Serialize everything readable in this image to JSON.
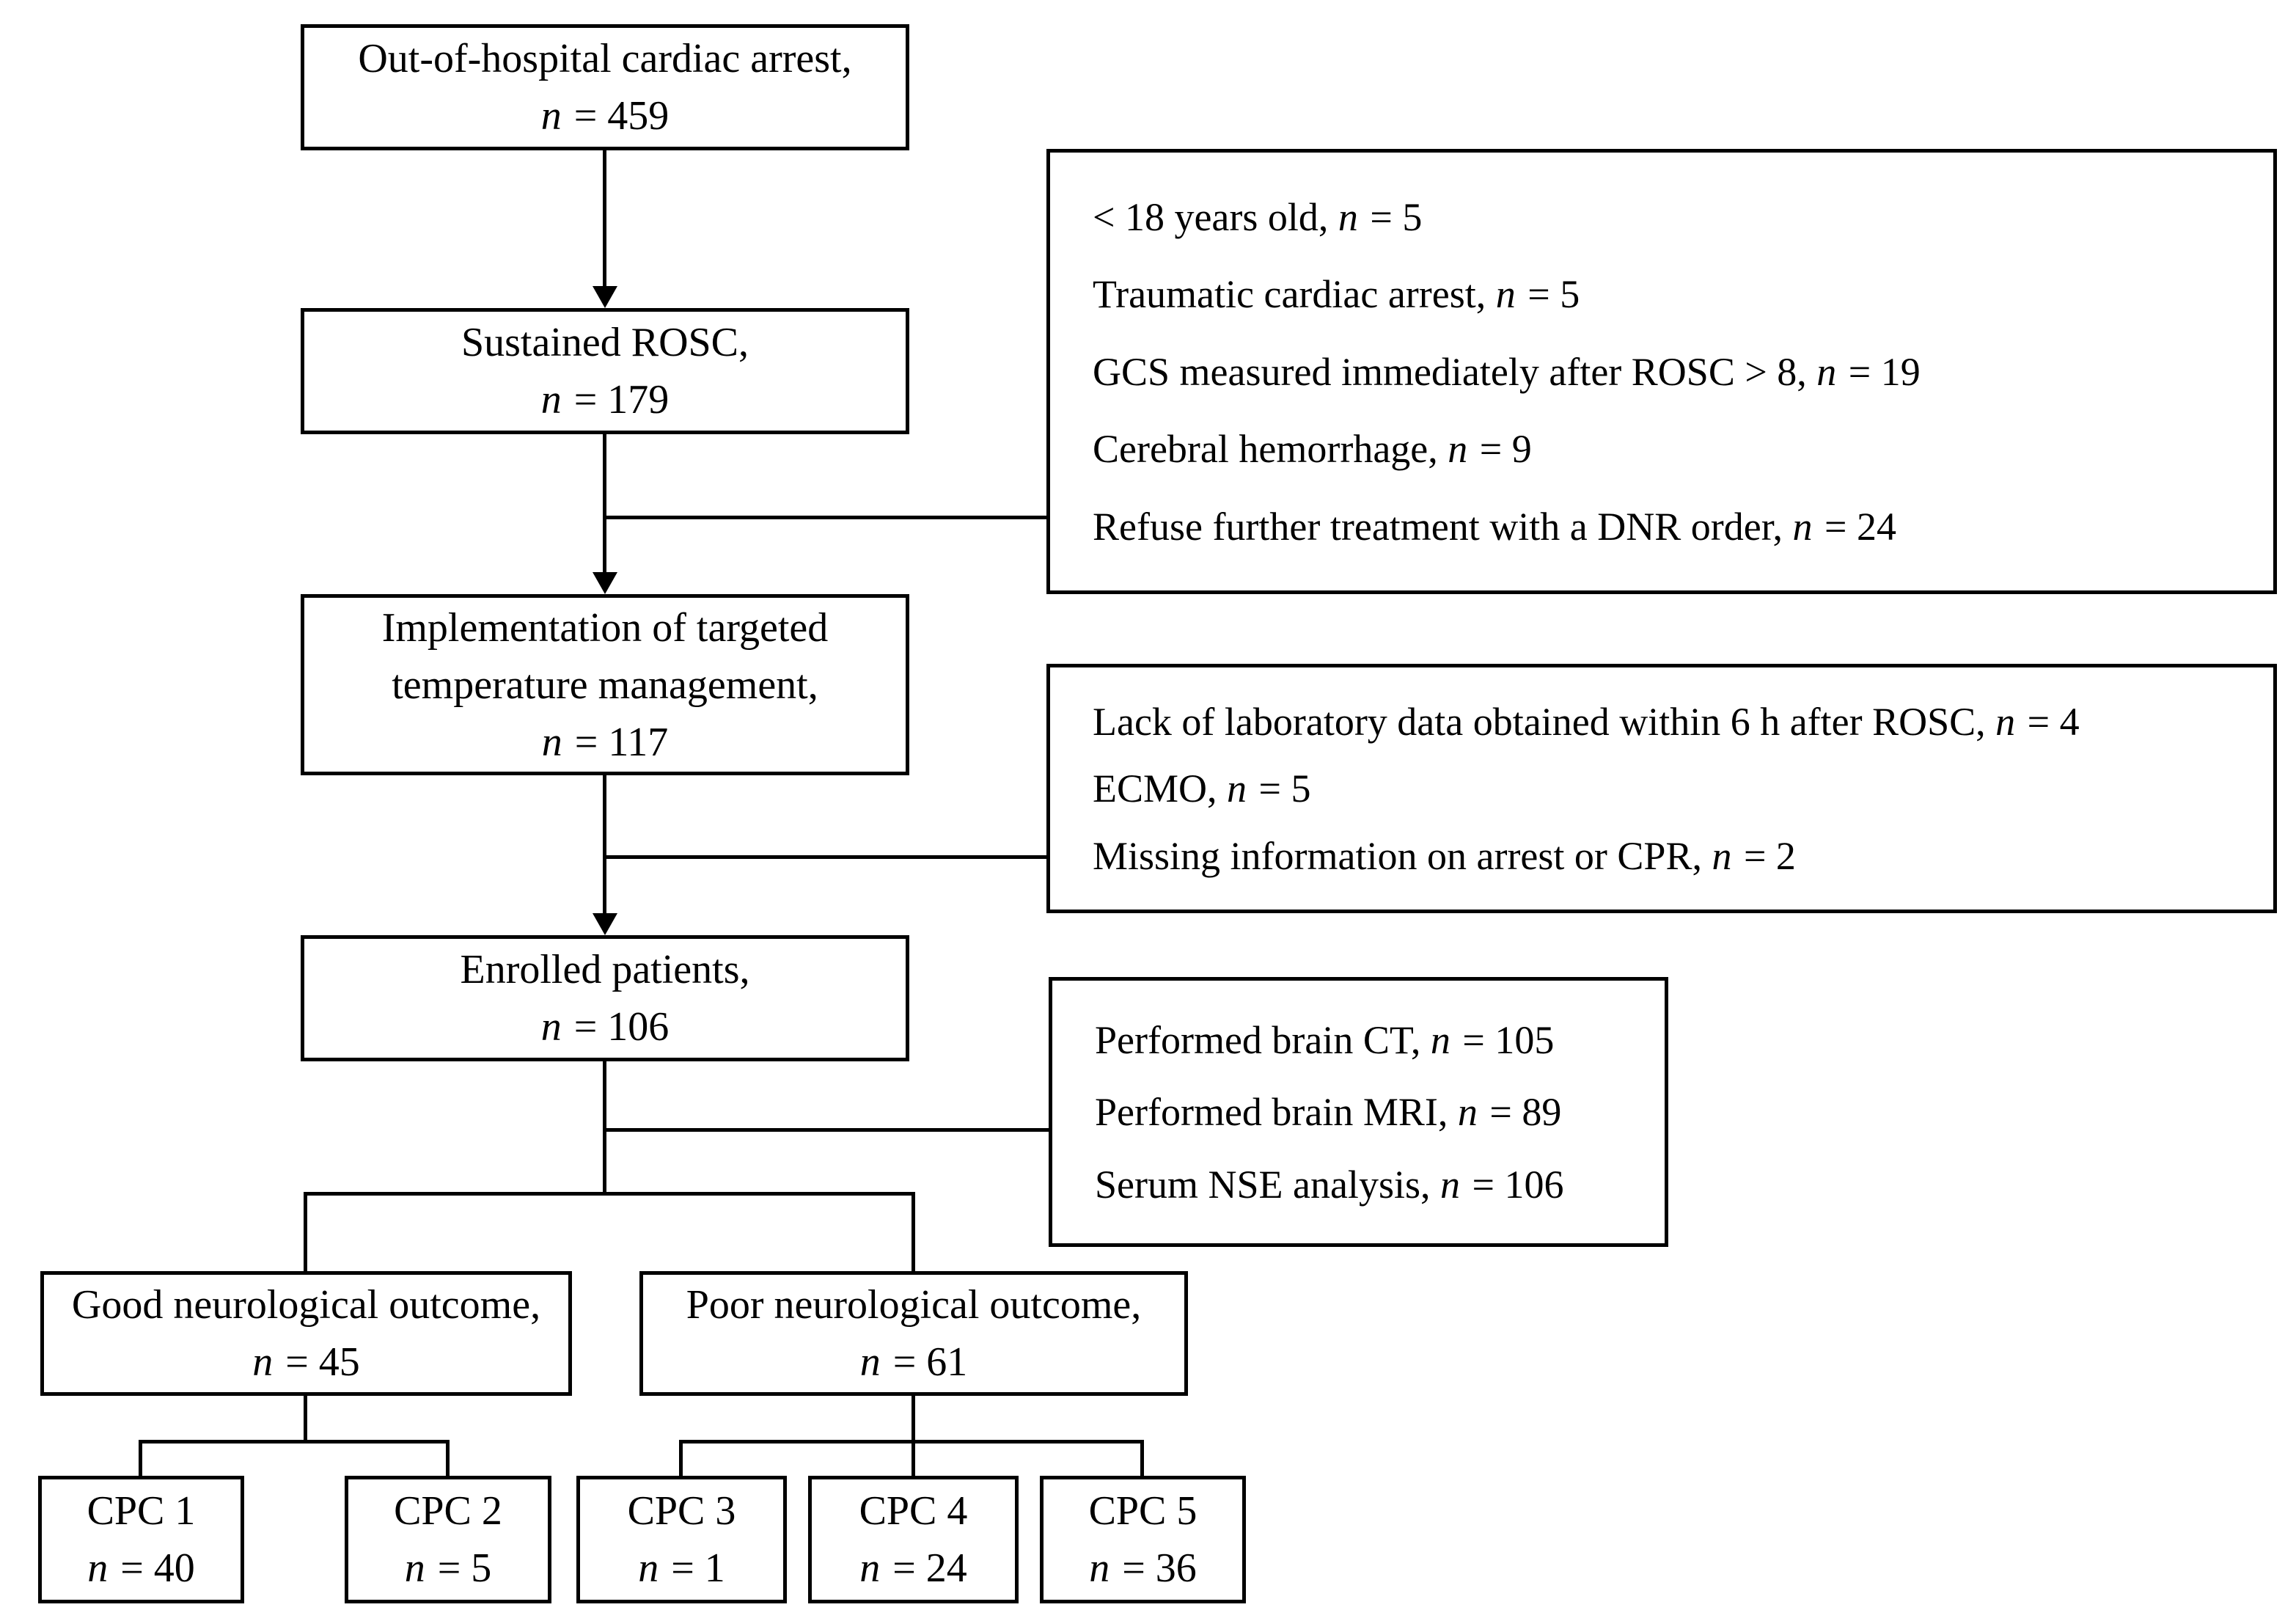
{
  "n_sym": "n",
  "colors": {
    "line": "#000000",
    "background": "#ffffff",
    "text": "#000000"
  },
  "diagram": {
    "main_flow": [
      {
        "line1": "Out-of-hospital cardiac arrest,",
        "line2": "",
        "count": " = 459"
      },
      {
        "line1": "Sustained ROSC,",
        "line2": "",
        "count": " = 179"
      },
      {
        "line1": "Implementation of targeted",
        "line2": "temperature management,",
        "count": " = 117"
      },
      {
        "line1": "Enrolled patients,",
        "line2": "",
        "count": " = 106"
      }
    ],
    "exclusion_box_1": {
      "items": [
        {
          "text": "< 18 years old, ",
          "count": " = 5"
        },
        {
          "text": "Traumatic cardiac arrest, ",
          "count": " = 5"
        },
        {
          "text": "GCS measured immediately after ROSC > 8,  ",
          "count": " = 19"
        },
        {
          "text": "Cerebral hemorrhage, ",
          "count": " = 9"
        },
        {
          "text": "Refuse further treatment with a DNR order, ",
          "count": " = 24"
        }
      ]
    },
    "exclusion_box_2": {
      "items": [
        {
          "text": "Lack of laboratory data obtained within 6 h after ROSC, ",
          "count": " = 4"
        },
        {
          "text": "ECMO, ",
          "count": " = 5"
        },
        {
          "text": "Missing information on arrest or CPR, ",
          "count": " = 2"
        }
      ]
    },
    "diagnostics_box": {
      "items": [
        {
          "text": "Performed brain CT, ",
          "count": " = 105"
        },
        {
          "text": "Performed brain MRI, ",
          "count": " = 89"
        },
        {
          "text": "Serum NSE analysis, ",
          "count": " = 106"
        }
      ]
    },
    "outcomes": [
      {
        "label": "Good neurological outcome,",
        "count": " = 45"
      },
      {
        "label": "Poor neurological outcome,",
        "count": " = 61"
      }
    ],
    "cpc_boxes": [
      {
        "label": "CPC 1",
        "count": " = 40"
      },
      {
        "label": "CPC 2",
        "count": " = 5"
      },
      {
        "label": "CPC 3",
        "count": " = 1"
      },
      {
        "label": "CPC 4",
        "count": " = 24"
      },
      {
        "label": "CPC 5",
        "count": " = 36"
      }
    ]
  }
}
